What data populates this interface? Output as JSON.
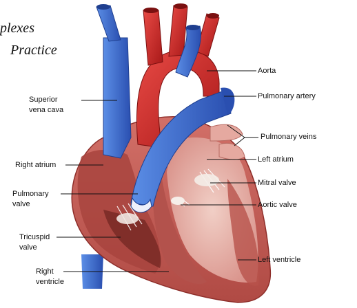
{
  "caption": {
    "line1": "plexes",
    "line2": "Practice"
  },
  "labels": {
    "aorta": "Aorta",
    "pulmonary_artery": "Pulmonary artery",
    "pulmonary_veins": "Pulmonary veins",
    "left_atrium": "Left atrium",
    "mitral_valve": "Mitral valve",
    "aortic_valve": "Aortic valve",
    "left_ventricle": "Left ventricle",
    "superior_vena_cava": "Superior\nvena cava",
    "right_atrium": "Right atrium",
    "pulmonary_valve": "Pulmonary\nvalve",
    "tricuspid_valve": "Tricuspid\nvalve",
    "right_ventricle": "Right\nventricle"
  },
  "colors": {
    "oxygenated": "#d42a2a",
    "deoxygenated": "#3a6fd0",
    "muscle": "#c9605a",
    "interior": "#e8b4aa"
  }
}
